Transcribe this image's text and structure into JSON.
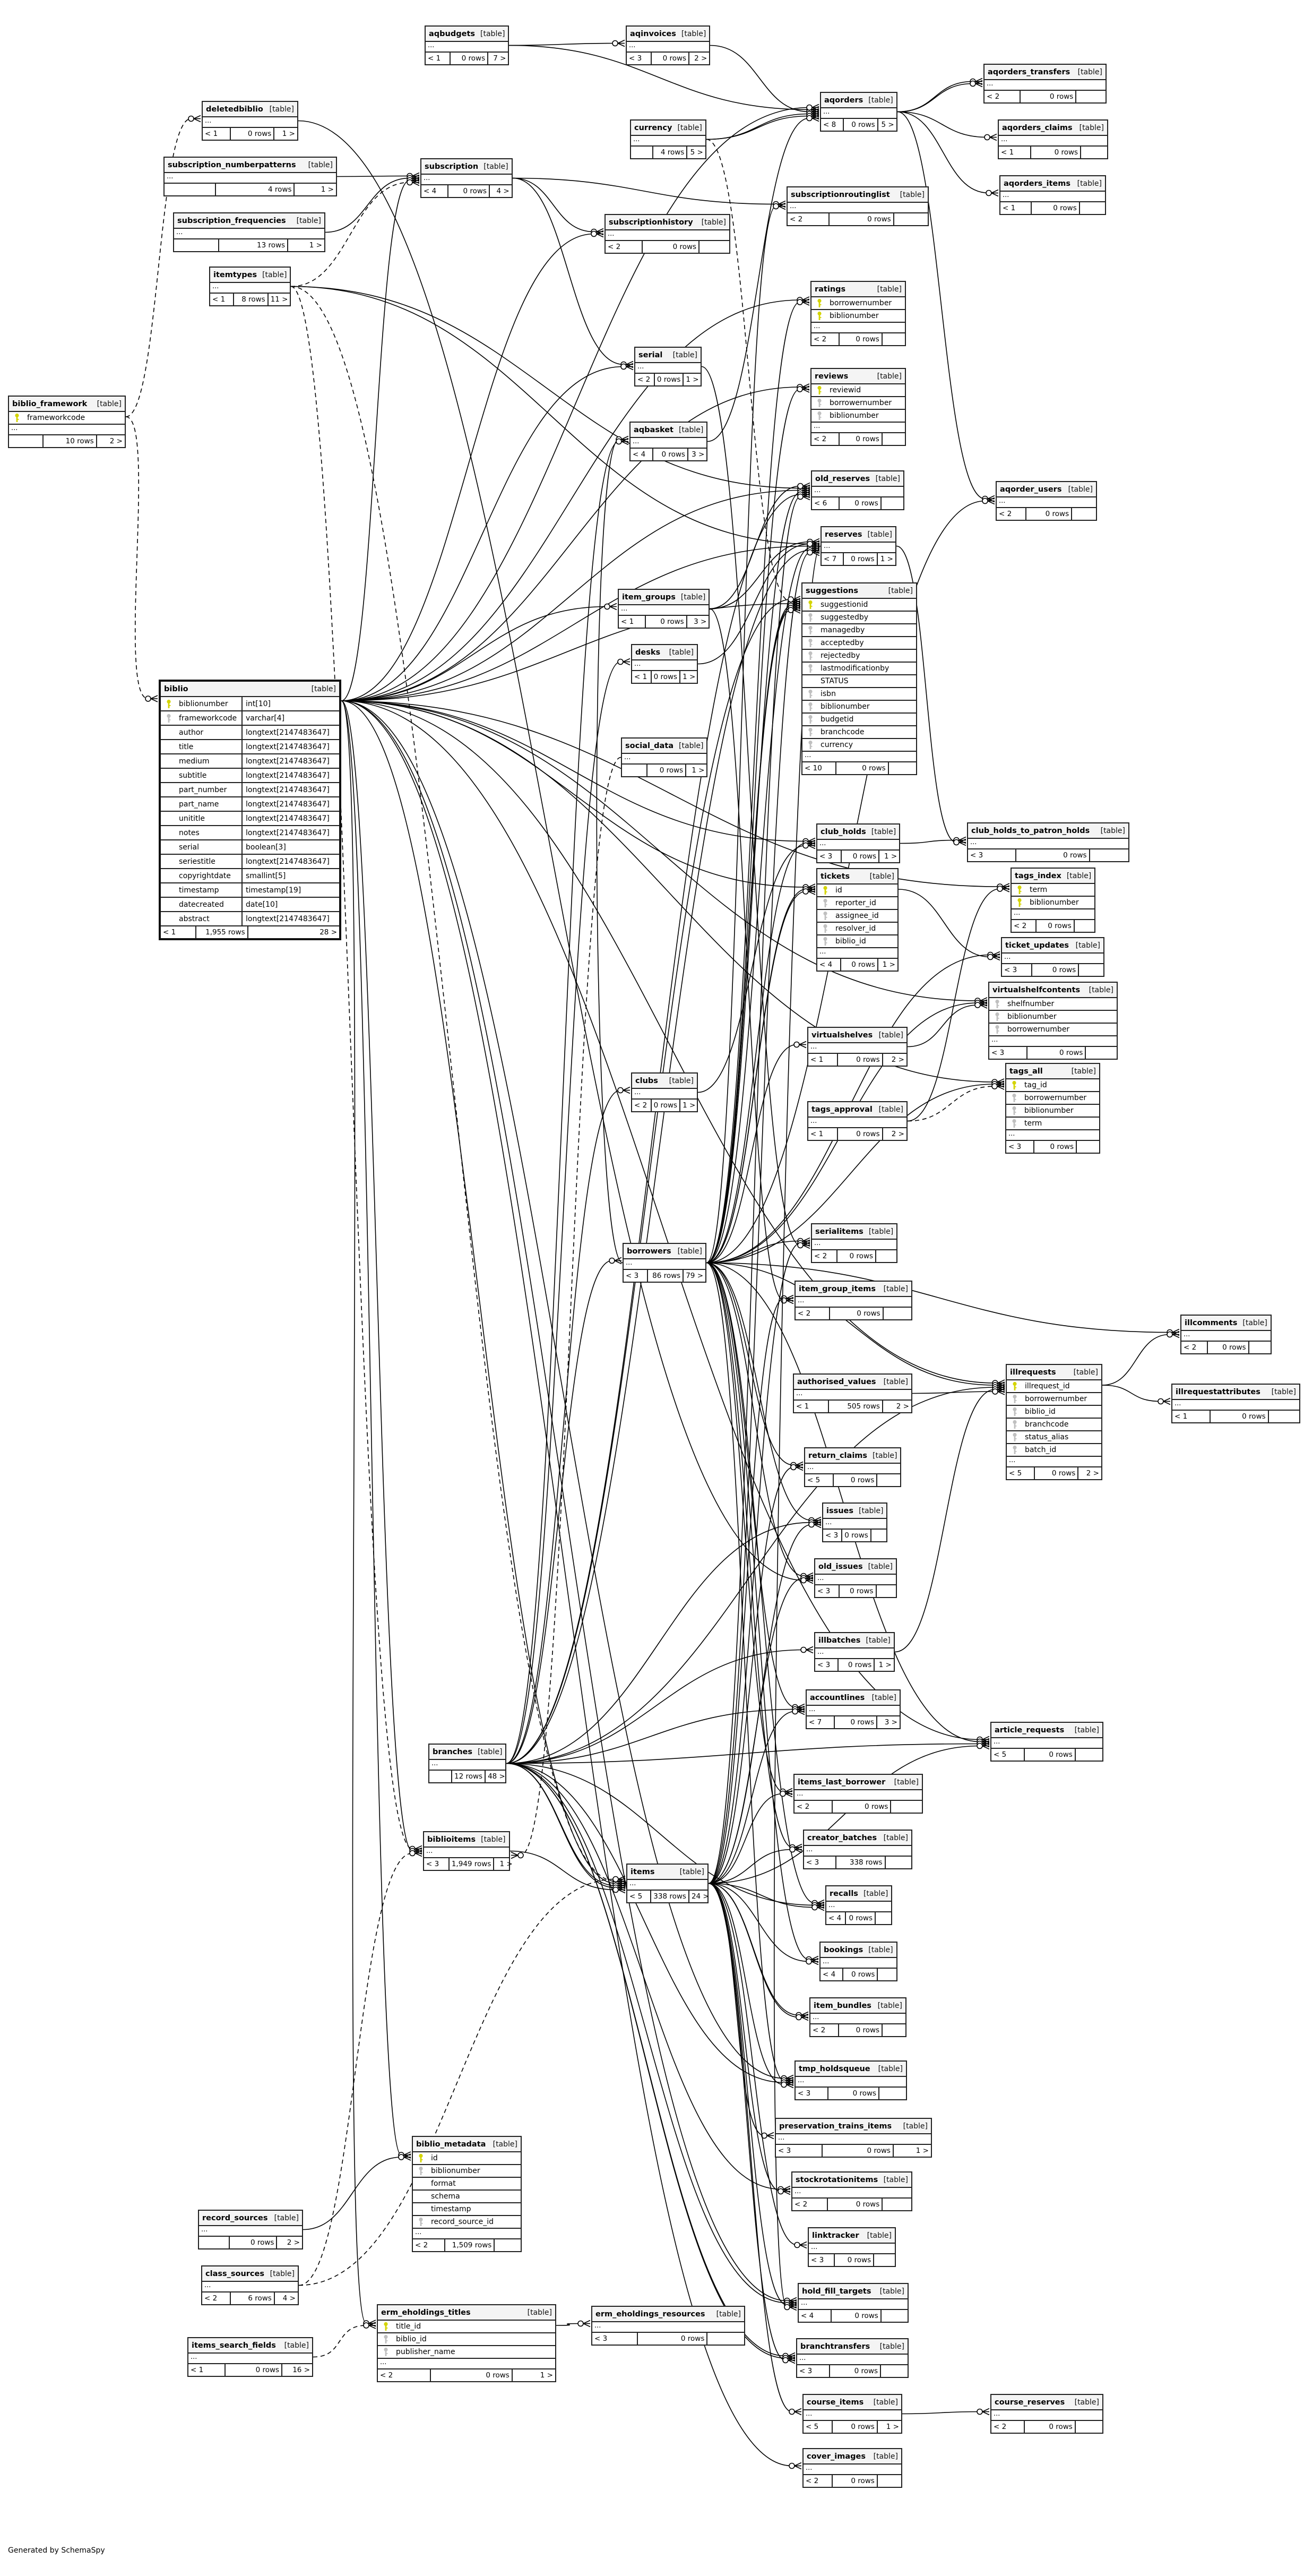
{
  "diagram": {
    "generated_by": "Generated by SchemaSpy",
    "table_tag": "[table]"
  },
  "colors": {
    "primary_key": "#d4d400",
    "foreign_key": "#c0c0c0",
    "header_bg": "#f4f4f4",
    "line": "#000000"
  },
  "tables": [
    {
      "name": "aqbudgets",
      "ellipsis": true,
      "footer": [
        "< 1",
        "0 rows",
        "7 >"
      ]
    },
    {
      "name": "aqinvoices",
      "ellipsis": true,
      "footer": [
        "< 3",
        "0 rows",
        "2 >"
      ]
    },
    {
      "name": "aqorders",
      "ellipsis": true,
      "footer": [
        "< 8",
        "0 rows",
        "5 >"
      ]
    },
    {
      "name": "aqorders_transfers",
      "ellipsis": true,
      "footer": [
        "< 2",
        "0 rows",
        ""
      ]
    },
    {
      "name": "aqorders_claims",
      "ellipsis": true,
      "footer": [
        "< 1",
        "0 rows",
        ""
      ]
    },
    {
      "name": "aqorders_items",
      "ellipsis": true,
      "footer": [
        "< 1",
        "0 rows",
        ""
      ]
    },
    {
      "name": "deletedbiblio",
      "ellipsis": true,
      "footer": [
        "< 1",
        "0 rows",
        "1 >"
      ]
    },
    {
      "name": "subscription_numberpatterns",
      "ellipsis": true,
      "footer": [
        "",
        "4 rows",
        "1 >"
      ]
    },
    {
      "name": "subscription",
      "ellipsis": true,
      "footer": [
        "< 4",
        "0 rows",
        "4 >"
      ]
    },
    {
      "name": "subscription_frequencies",
      "ellipsis": true,
      "footer": [
        "",
        "13 rows",
        "1 >"
      ]
    },
    {
      "name": "currency",
      "ellipsis": true,
      "footer": [
        "",
        "4 rows",
        "5 >"
      ]
    },
    {
      "name": "subscriptionroutinglist",
      "ellipsis": true,
      "footer": [
        "< 2",
        "0 rows",
        ""
      ]
    },
    {
      "name": "subscriptionhistory",
      "ellipsis": true,
      "footer": [
        "< 2",
        "0 rows",
        ""
      ]
    },
    {
      "name": "itemtypes",
      "ellipsis": true,
      "footer": [
        "< 1",
        "8 rows",
        "11 >"
      ]
    },
    {
      "name": "biblio_framework",
      "columns": [
        {
          "name": "frameworkcode",
          "key": "pk"
        }
      ],
      "ellipsis": true,
      "footer": [
        "",
        "10 rows",
        "2 >"
      ]
    },
    {
      "name": "ratings",
      "columns": [
        {
          "name": "borrowernumber",
          "key": "pk"
        },
        {
          "name": "biblionumber",
          "key": "pk"
        }
      ],
      "ellipsis": true,
      "footer": [
        "< 2",
        "0 rows",
        ""
      ]
    },
    {
      "name": "reviews",
      "columns": [
        {
          "name": "reviewid",
          "key": "pk"
        },
        {
          "name": "borrowernumber",
          "key": "fk"
        },
        {
          "name": "biblionumber",
          "key": "fk"
        }
      ],
      "ellipsis": true,
      "footer": [
        "< 2",
        "0 rows",
        ""
      ]
    },
    {
      "name": "serial",
      "ellipsis": true,
      "footer": [
        "< 2",
        "0 rows",
        "1 >"
      ]
    },
    {
      "name": "aqbasket",
      "ellipsis": true,
      "footer": [
        "< 4",
        "0 rows",
        "3 >"
      ]
    },
    {
      "name": "old_reserves",
      "ellipsis": true,
      "footer": [
        "< 6",
        "0 rows",
        ""
      ]
    },
    {
      "name": "reserves",
      "ellipsis": true,
      "footer": [
        "< 7",
        "0 rows",
        "1 >"
      ]
    },
    {
      "name": "aqorder_users",
      "ellipsis": true,
      "footer": [
        "< 2",
        "0 rows",
        ""
      ]
    },
    {
      "name": "item_groups",
      "ellipsis": true,
      "footer": [
        "< 1",
        "0 rows",
        "3 >"
      ]
    },
    {
      "name": "suggestions",
      "columns": [
        {
          "name": "suggestionid",
          "key": "pk"
        },
        {
          "name": "suggestedby",
          "key": "fk"
        },
        {
          "name": "managedby",
          "key": "fk"
        },
        {
          "name": "acceptedby",
          "key": "fk"
        },
        {
          "name": "rejectedby",
          "key": "fk"
        },
        {
          "name": "lastmodificationby",
          "key": "fk"
        },
        {
          "name": "STATUS",
          "key": ""
        },
        {
          "name": "isbn",
          "key": "fk"
        },
        {
          "name": "biblionumber",
          "key": "fk"
        },
        {
          "name": "budgetid",
          "key": "fk"
        },
        {
          "name": "branchcode",
          "key": "fk"
        },
        {
          "name": "currency",
          "key": "fk"
        }
      ],
      "ellipsis": true,
      "footer": [
        "< 10",
        "0 rows",
        ""
      ]
    },
    {
      "name": "desks",
      "ellipsis": true,
      "footer": [
        "< 1",
        "0 rows",
        "1 >"
      ]
    },
    {
      "name": "social_data",
      "ellipsis": true,
      "footer": [
        "",
        "0 rows",
        "1 >"
      ]
    },
    {
      "name": "biblio",
      "main": true,
      "columns": [
        {
          "name": "biblionumber",
          "key": "pk",
          "type": "int[10]"
        },
        {
          "name": "frameworkcode",
          "key": "fk",
          "type": "varchar[4]"
        },
        {
          "name": "author",
          "key": "",
          "type": "longtext[2147483647]"
        },
        {
          "name": "title",
          "key": "",
          "type": "longtext[2147483647]"
        },
        {
          "name": "medium",
          "key": "",
          "type": "longtext[2147483647]"
        },
        {
          "name": "subtitle",
          "key": "",
          "type": "longtext[2147483647]"
        },
        {
          "name": "part_number",
          "key": "",
          "type": "longtext[2147483647]"
        },
        {
          "name": "part_name",
          "key": "",
          "type": "longtext[2147483647]"
        },
        {
          "name": "unititle",
          "key": "",
          "type": "longtext[2147483647]"
        },
        {
          "name": "notes",
          "key": "",
          "type": "longtext[2147483647]"
        },
        {
          "name": "serial",
          "key": "",
          "type": "boolean[3]"
        },
        {
          "name": "seriestitle",
          "key": "",
          "type": "longtext[2147483647]"
        },
        {
          "name": "copyrightdate",
          "key": "",
          "type": "smallint[5]"
        },
        {
          "name": "timestamp",
          "key": "",
          "type": "timestamp[19]"
        },
        {
          "name": "datecreated",
          "key": "",
          "type": "date[10]"
        },
        {
          "name": "abstract",
          "key": "",
          "type": "longtext[2147483647]"
        }
      ],
      "ellipsis": false,
      "footer": [
        "< 1",
        "1,955 rows",
        "28 >"
      ]
    },
    {
      "name": "club_holds",
      "ellipsis": true,
      "footer": [
        "< 3",
        "0 rows",
        "1 >"
      ]
    },
    {
      "name": "club_holds_to_patron_holds",
      "ellipsis": true,
      "footer": [
        "< 3",
        "0 rows",
        ""
      ]
    },
    {
      "name": "tickets",
      "columns": [
        {
          "name": "id",
          "key": "pk"
        },
        {
          "name": "reporter_id",
          "key": "fk"
        },
        {
          "name": "assignee_id",
          "key": "fk"
        },
        {
          "name": "resolver_id",
          "key": "fk"
        },
        {
          "name": "biblio_id",
          "key": "fk"
        }
      ],
      "ellipsis": true,
      "footer": [
        "< 4",
        "0 rows",
        "1 >"
      ]
    },
    {
      "name": "tags_index",
      "columns": [
        {
          "name": "term",
          "key": "pk"
        },
        {
          "name": "biblionumber",
          "key": "pk"
        }
      ],
      "ellipsis": true,
      "footer": [
        "< 2",
        "0 rows",
        ""
      ]
    },
    {
      "name": "ticket_updates",
      "ellipsis": true,
      "footer": [
        "< 3",
        "0 rows",
        ""
      ]
    },
    {
      "name": "virtualshelfcontents",
      "columns": [
        {
          "name": "shelfnumber",
          "key": "fk"
        },
        {
          "name": "biblionumber",
          "key": "fk"
        },
        {
          "name": "borrowernumber",
          "key": "fk"
        }
      ],
      "ellipsis": true,
      "footer": [
        "< 3",
        "0 rows",
        ""
      ]
    },
    {
      "name": "clubs",
      "ellipsis": true,
      "footer": [
        "< 2",
        "0 rows",
        "1 >"
      ]
    },
    {
      "name": "virtualshelves",
      "ellipsis": true,
      "footer": [
        "< 1",
        "0 rows",
        "2 >"
      ]
    },
    {
      "name": "tags_all",
      "columns": [
        {
          "name": "tag_id",
          "key": "pk"
        },
        {
          "name": "borrowernumber",
          "key": "fk"
        },
        {
          "name": "biblionumber",
          "key": "fk"
        },
        {
          "name": "term",
          "key": "fk"
        }
      ],
      "ellipsis": true,
      "footer": [
        "< 3",
        "0 rows",
        ""
      ]
    },
    {
      "name": "tags_approval",
      "ellipsis": true,
      "footer": [
        "< 1",
        "0 rows",
        "2 >"
      ]
    },
    {
      "name": "borrowers",
      "ellipsis": true,
      "footer": [
        "< 3",
        "86 rows",
        "79 >"
      ]
    },
    {
      "name": "serialitems",
      "ellipsis": true,
      "footer": [
        "< 2",
        "0 rows",
        ""
      ]
    },
    {
      "name": "item_group_items",
      "ellipsis": true,
      "footer": [
        "< 2",
        "0 rows",
        ""
      ]
    },
    {
      "name": "authorised_values",
      "ellipsis": true,
      "footer": [
        "< 1",
        "505 rows",
        "2 >"
      ]
    },
    {
      "name": "illcomments",
      "ellipsis": true,
      "footer": [
        "< 2",
        "0 rows",
        ""
      ]
    },
    {
      "name": "illrequests",
      "columns": [
        {
          "name": "illrequest_id",
          "key": "pk"
        },
        {
          "name": "borrowernumber",
          "key": "fk"
        },
        {
          "name": "biblio_id",
          "key": "fk"
        },
        {
          "name": "branchcode",
          "key": "fk"
        },
        {
          "name": "status_alias",
          "key": "fk"
        },
        {
          "name": "batch_id",
          "key": "fk"
        }
      ],
      "ellipsis": true,
      "footer": [
        "< 5",
        "0 rows",
        "2 >"
      ]
    },
    {
      "name": "illrequestattributes",
      "ellipsis": true,
      "footer": [
        "< 1",
        "0 rows",
        ""
      ]
    },
    {
      "name": "return_claims",
      "ellipsis": true,
      "footer": [
        "< 5",
        "0 rows",
        ""
      ]
    },
    {
      "name": "issues",
      "ellipsis": true,
      "footer": [
        "< 3",
        "0 rows",
        ""
      ]
    },
    {
      "name": "old_issues",
      "ellipsis": true,
      "footer": [
        "< 3",
        "0 rows",
        ""
      ]
    },
    {
      "name": "illbatches",
      "ellipsis": true,
      "footer": [
        "< 3",
        "0 rows",
        "1 >"
      ]
    },
    {
      "name": "accountlines",
      "ellipsis": true,
      "footer": [
        "< 7",
        "0 rows",
        "3 >"
      ]
    },
    {
      "name": "article_requests",
      "ellipsis": true,
      "footer": [
        "< 5",
        "0 rows",
        ""
      ]
    },
    {
      "name": "branches",
      "ellipsis": true,
      "footer": [
        "",
        "12 rows",
        "48 >"
      ]
    },
    {
      "name": "items_last_borrower",
      "ellipsis": true,
      "footer": [
        "< 2",
        "0 rows",
        ""
      ]
    },
    {
      "name": "creator_batches",
      "ellipsis": true,
      "footer": [
        "< 3",
        "338 rows",
        ""
      ]
    },
    {
      "name": "biblioitems",
      "ellipsis": true,
      "footer": [
        "< 3",
        "1,949 rows",
        "1 >"
      ]
    },
    {
      "name": "items",
      "ellipsis": true,
      "footer": [
        "< 5",
        "338 rows",
        "24 >"
      ]
    },
    {
      "name": "recalls",
      "ellipsis": true,
      "footer": [
        "< 4",
        "0 rows",
        ""
      ]
    },
    {
      "name": "bookings",
      "ellipsis": true,
      "footer": [
        "< 4",
        "0 rows",
        ""
      ]
    },
    {
      "name": "item_bundles",
      "ellipsis": true,
      "footer": [
        "< 2",
        "0 rows",
        ""
      ]
    },
    {
      "name": "tmp_holdsqueue",
      "ellipsis": true,
      "footer": [
        "< 3",
        "0 rows",
        ""
      ]
    },
    {
      "name": "preservation_trains_items",
      "ellipsis": true,
      "footer": [
        "< 3",
        "0 rows",
        "1 >"
      ]
    },
    {
      "name": "stockrotationitems",
      "ellipsis": true,
      "footer": [
        "< 2",
        "0 rows",
        ""
      ]
    },
    {
      "name": "linktracker",
      "ellipsis": true,
      "footer": [
        "< 3",
        "0 rows",
        ""
      ]
    },
    {
      "name": "hold_fill_targets",
      "ellipsis": true,
      "footer": [
        "< 4",
        "0 rows",
        ""
      ]
    },
    {
      "name": "branchtransfers",
      "ellipsis": true,
      "footer": [
        "< 3",
        "0 rows",
        ""
      ]
    },
    {
      "name": "course_items",
      "ellipsis": true,
      "footer": [
        "< 5",
        "0 rows",
        "1 >"
      ]
    },
    {
      "name": "course_reserves",
      "ellipsis": true,
      "footer": [
        "< 2",
        "0 rows",
        ""
      ]
    },
    {
      "name": "cover_images",
      "ellipsis": true,
      "footer": [
        "< 2",
        "0 rows",
        ""
      ]
    },
    {
      "name": "biblio_metadata",
      "columns": [
        {
          "name": "id",
          "key": "pk"
        },
        {
          "name": "biblionumber",
          "key": "fk"
        },
        {
          "name": "format",
          "key": ""
        },
        {
          "name": "schema",
          "key": ""
        },
        {
          "name": "timestamp",
          "key": ""
        },
        {
          "name": "record_source_id",
          "key": "fk"
        }
      ],
      "ellipsis": true,
      "footer": [
        "< 2",
        "1,509 rows",
        ""
      ]
    },
    {
      "name": "record_sources",
      "ellipsis": true,
      "footer": [
        "",
        "0 rows",
        "2 >"
      ]
    },
    {
      "name": "class_sources",
      "ellipsis": true,
      "footer": [
        "< 2",
        "6 rows",
        "4 >"
      ]
    },
    {
      "name": "erm_eholdings_titles",
      "columns": [
        {
          "name": "title_id",
          "key": "pk"
        },
        {
          "name": "biblio_id",
          "key": "fk"
        },
        {
          "name": "publisher_name",
          "key": "fk"
        }
      ],
      "ellipsis": true,
      "footer": [
        "< 2",
        "0 rows",
        "1 >"
      ]
    },
    {
      "name": "erm_eholdings_resources",
      "ellipsis": true,
      "footer": [
        "< 3",
        "0 rows",
        ""
      ]
    },
    {
      "name": "items_search_fields",
      "ellipsis": true,
      "footer": [
        "< 1",
        "0 rows",
        "16 >"
      ]
    }
  ]
}
